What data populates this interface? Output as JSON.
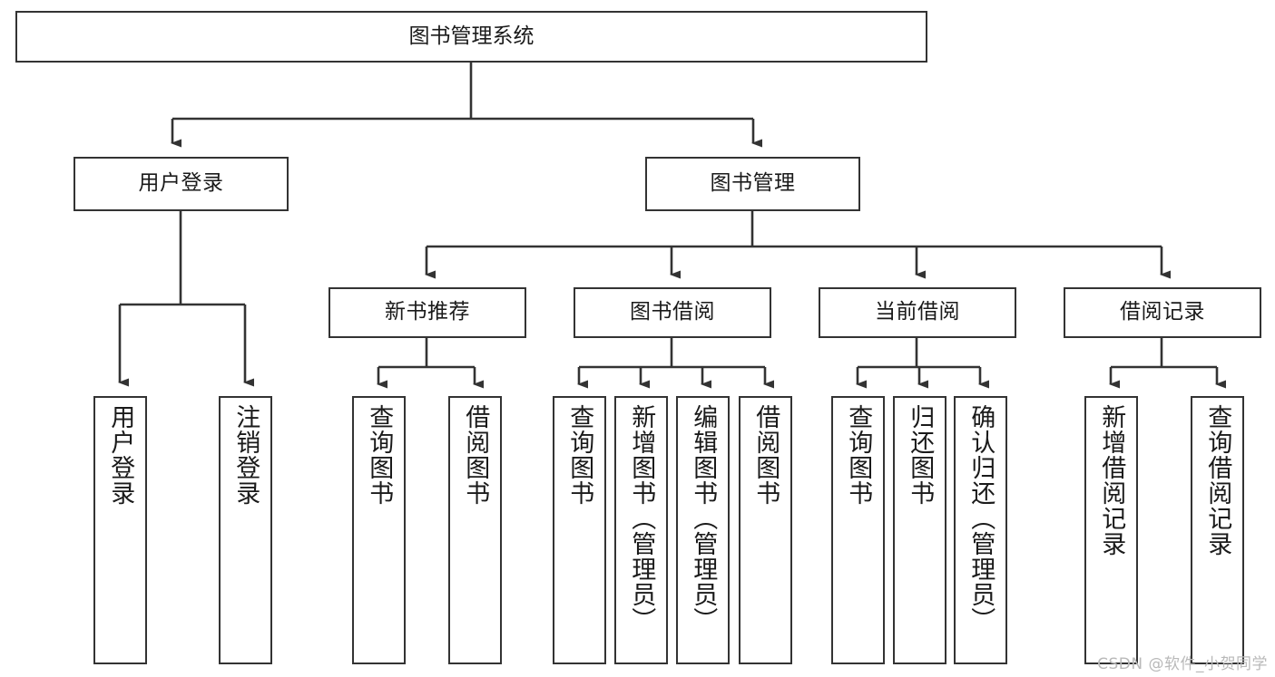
{
  "diagram": {
    "title": "图书管理系统",
    "type": "tree-hierarchy-chart",
    "root": {
      "label": "图书管理系统"
    },
    "level2": [
      {
        "label": "用户登录"
      },
      {
        "label": "图书管理"
      }
    ],
    "level3": [
      {
        "label": "新书推荐"
      },
      {
        "label": "图书借阅"
      },
      {
        "label": "当前借阅"
      },
      {
        "label": "借阅记录"
      }
    ],
    "leaves": {
      "user_login": [
        {
          "label": "用户登录"
        },
        {
          "label": "注销登录"
        }
      ],
      "new_book_recommend": [
        {
          "label": "查询图书"
        },
        {
          "label": "借阅图书"
        }
      ],
      "book_borrow": [
        {
          "label": "查询图书"
        },
        {
          "label": "新增图书（管理员）"
        },
        {
          "label": "编辑图书（管理员）"
        },
        {
          "label": "借阅图书"
        }
      ],
      "current_borrow": [
        {
          "label": "查询图书"
        },
        {
          "label": "归还图书"
        },
        {
          "label": "确认归还（管理员）"
        }
      ],
      "borrow_record": [
        {
          "label": "新增借阅记录"
        },
        {
          "label": "查询借阅记录"
        }
      ]
    }
  },
  "watermark": "CSDN @软件_小贺同学",
  "colors": {
    "border": "#333333",
    "background": "#ffffff",
    "text": "#1a1a1a",
    "watermark": "#b9b9b9"
  }
}
